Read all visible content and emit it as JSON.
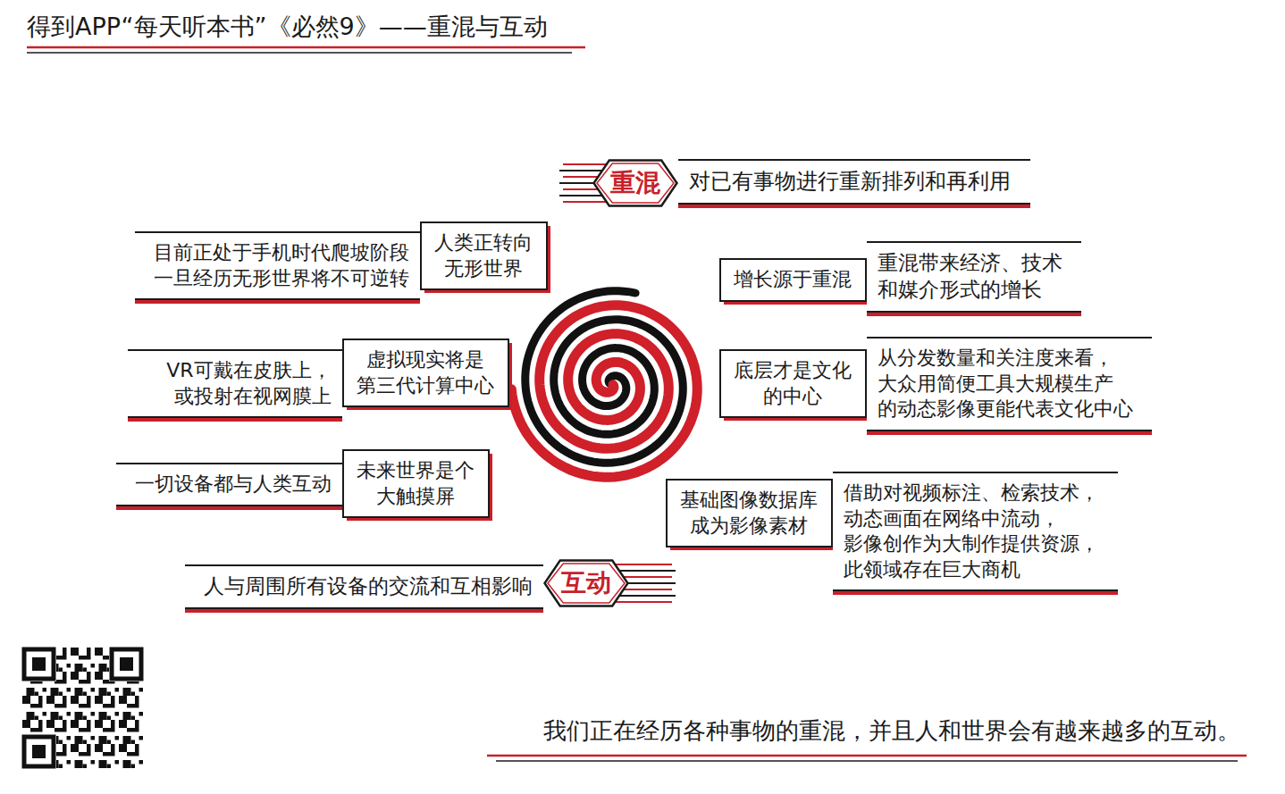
{
  "diagram": {
    "title": "得到APP“每天听本书”《必然9》——重混与互动",
    "caption": "我们正在经历各种事物的重混，并且人和世界会有越来越多的互动。",
    "nodes": [
      {
        "text": [
          "重混"
        ]
      },
      {
        "text": [
          "对已有事物进行重新排列和再利用"
        ]
      },
      {
        "text": [
          "增长源于重混"
        ]
      },
      {
        "text": [
          "重混带来经济、技术 和媒介形式的增长"
        ]
      },
      {
        "text": [
          "底层才是文化 的中心"
        ]
      },
      {
        "text": [
          "从分发数量和关注度来看， 大众用简便工具大规模生产 的动态影像更能代表文化中心"
        ]
      },
      {
        "text": [
          "基础图像数据库 成为影像素材"
        ]
      },
      {
        "text": [
          "借助对视频标注、检索技术， 动态画面在网络中流动， 影像创作为大制作提供资源， 此领域存在巨大商机"
        ]
      },
      {
        "text": [
          "人类正转向 无形世界"
        ]
      },
      {
        "text": [
          "目前正处于手机时代爬坡阶段 一旦经历无形世界将不可逆转"
        ]
      },
      {
        "text": [
          "虚拟现实将是 第三代计算中心"
        ]
      },
      {
        "text": [
          "VR可戴在皮肤上， 或投射在视网膜上"
        ]
      },
      {
        "text": [
          "未来世界是个 大触摸屏"
        ]
      },
      {
        "text": [
          "一切设备都与人类互动"
        ]
      },
      {
        "text": [
          "互动"
        ]
      },
      {
        "text": [
          "人与周围所有设备的交流和互相影响"
        ]
      }
    ]
  }
}
